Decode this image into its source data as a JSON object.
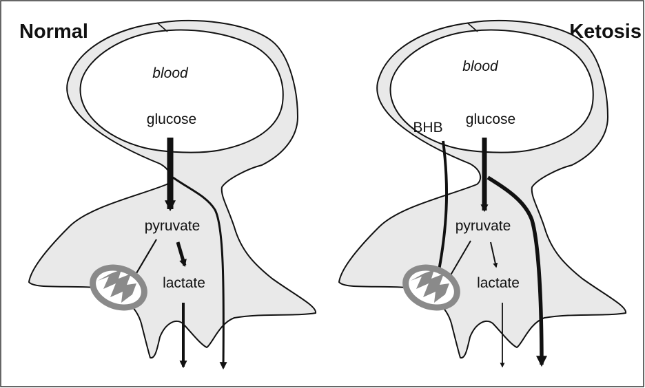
{
  "panels": {
    "normal": {
      "title": "Normal",
      "blood": "blood",
      "glucose": "glucose",
      "pyruvate": "pyruvate",
      "lactate": "lactate"
    },
    "ketosis": {
      "title": "Ketosis",
      "blood": "blood",
      "bhb": "BHB",
      "glucose": "glucose",
      "pyruvate": "pyruvate",
      "lactate": "lactate"
    }
  },
  "colors": {
    "cell_fill": "#e9e9e9",
    "vessel_lumen": "#ffffff",
    "outline": "#111111",
    "mitochondrion": "#8a8a8a",
    "frame": "#333333"
  }
}
